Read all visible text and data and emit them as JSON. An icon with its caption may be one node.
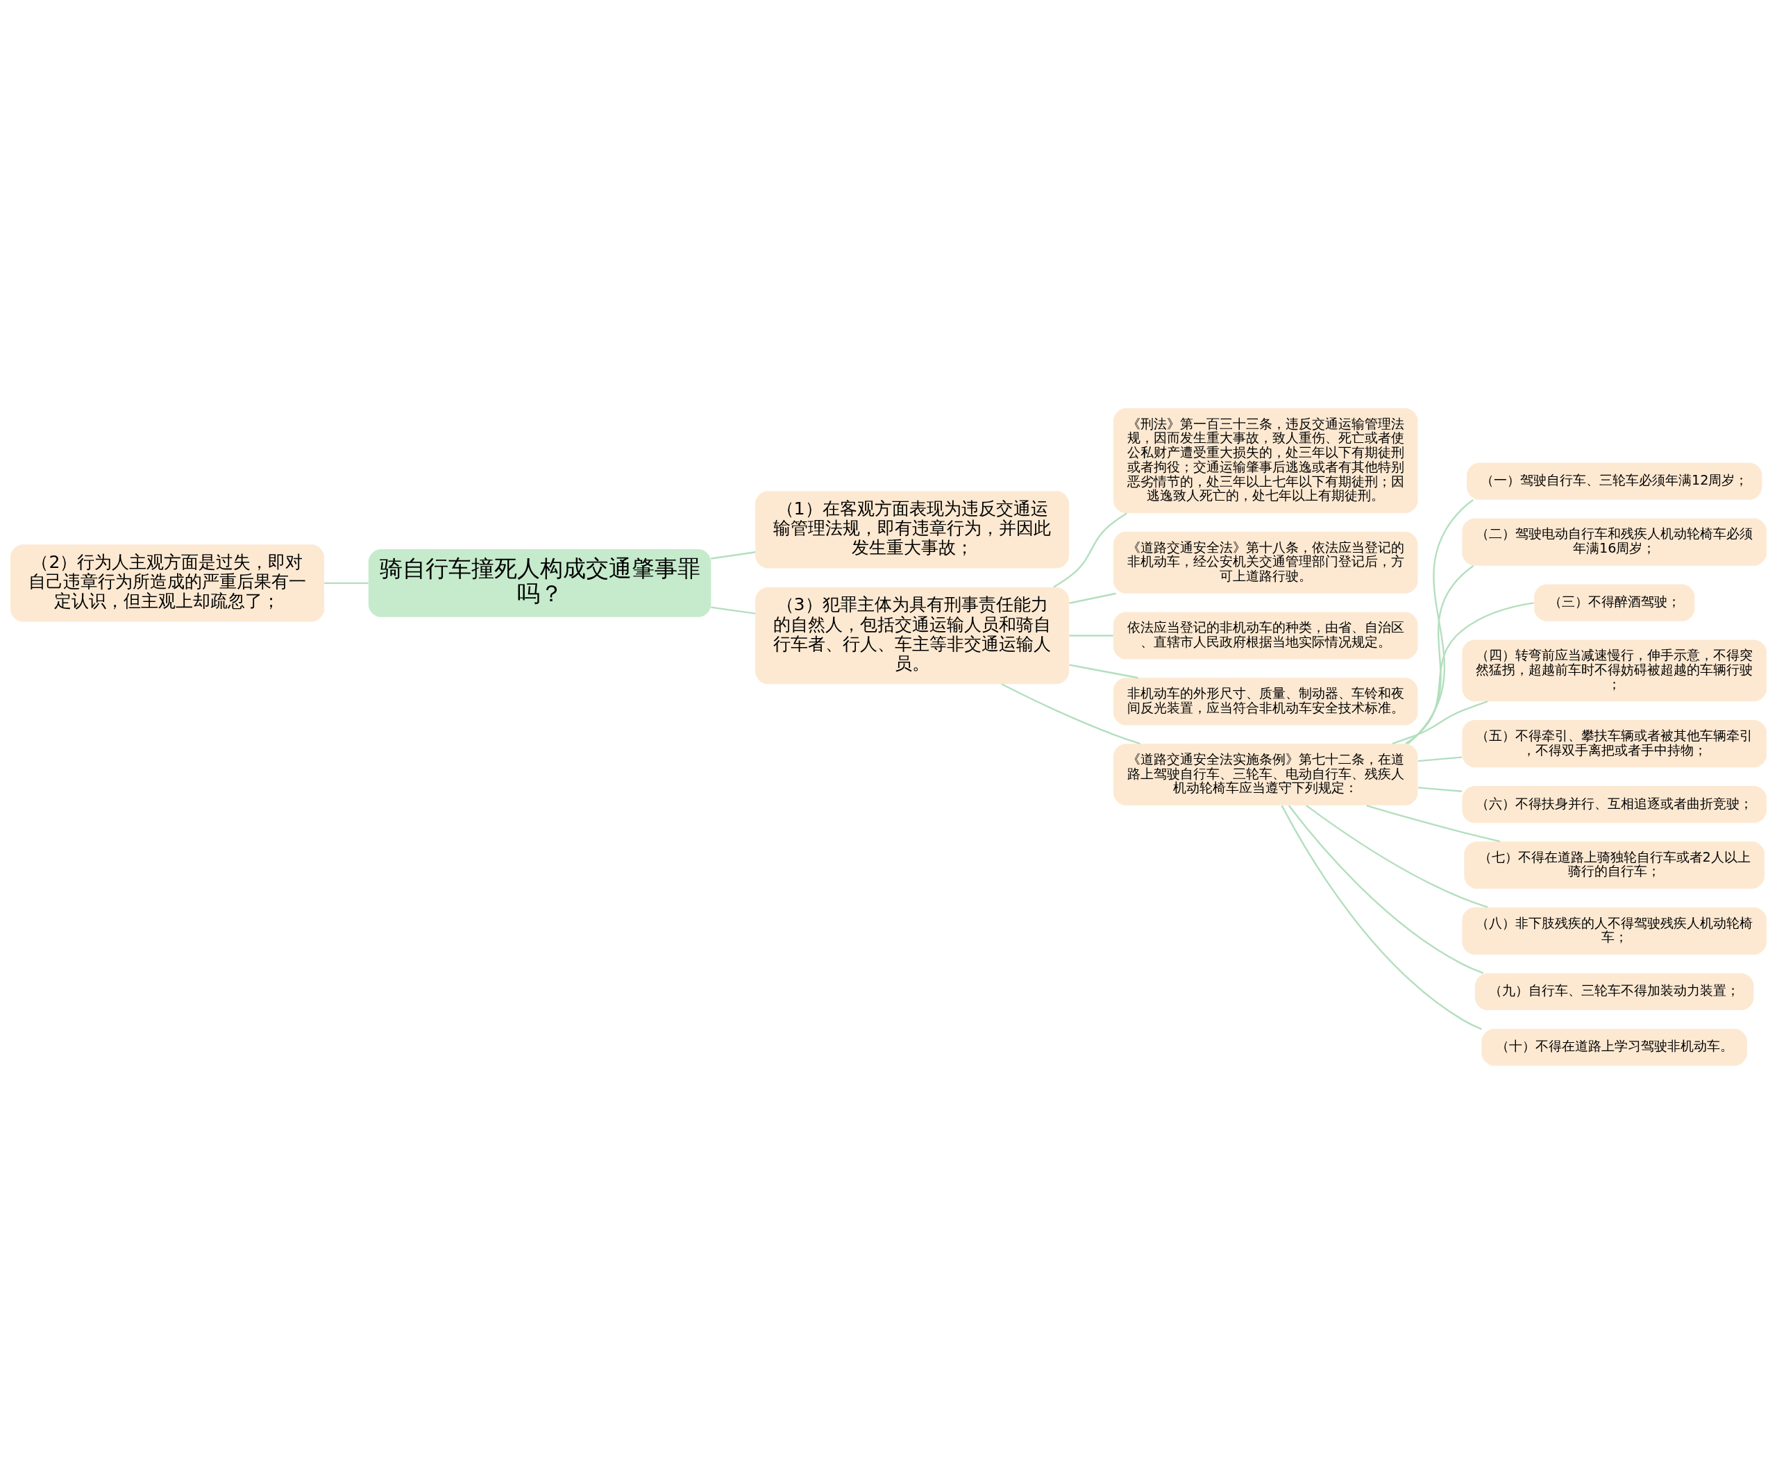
{
  "diagram": {
    "nodes": [
      {
        "text": [
          "骑自行车撞死人构成交通肇事罪吗？"
        ]
      },
      {
        "text": [
          "（1）在客观方面表现为违反交通运输管理法规，即有违章行为，并因此发生重大事故；"
        ]
      },
      {
        "text": [
          "（2）行为人主观方面是过失，即对自己违章行为所造成的严重后果有一定认识，但主观上却疏忽了；"
        ]
      },
      {
        "text": [
          "（3）犯罪主体为具有刑事责任能力的自然人，包括交通运输人员和骑自行车者、行人、车主等非交通运输人员。"
        ]
      },
      {
        "text": [
          "《刑法》第一百三十三条，违反交通运输管理法规，因而发生重大事故，致人重伤、死亡或者使公私财产遭受重大损失的，处三年以下有期徒刑或者拘役；交通运输肇事后逃逸或者有其他特别恶劣情节的，处三年以上七年以下有期徒刑；因逃逸致人死亡的，处七年以上有期徒刑。"
        ]
      },
      {
        "text": [
          "《道路交通安全法》第十八条，依法应当登记的非机动车，经公安机关交通管理部门登记后，方可上道路行驶。"
        ]
      },
      {
        "text": [
          "依法应当登记的非机动车的种类，由省、自治区、直辖市人民政府根据当地实际情况规定。"
        ]
      },
      {
        "text": [
          "非机动车的外形尺寸、质量、制动器、车铃和夜间反光装置，应当符合非机动车安全技术标准。"
        ]
      },
      {
        "text": [
          "《道路交通安全法实施条例》第七十二条，在道路上驾驶自行车、三轮车、电动自行车、残疾人机动轮椅车应当遵守下列规定："
        ]
      },
      {
        "text": [
          "（一）驾驶自行车、三轮车必须年满12周岁；"
        ]
      },
      {
        "text": [
          "（二）驾驶电动自行车和残疾人机动轮椅车必须年满16周岁；"
        ]
      },
      {
        "text": [
          "（三）不得醉酒驾驶；"
        ]
      },
      {
        "text": [
          "（四）转弯前应当减速慢行，伸手示意，不得突然猛拐，超越前车时不得妨碍被超越的车辆行驶；"
        ]
      },
      {
        "text": [
          "（五）不得牵引、攀扶车辆或者被其他车辆牵引，不得双手离把或者手中持物；"
        ]
      },
      {
        "text": [
          "（六）不得扶身并行、互相追逐或者曲折竞驶；"
        ]
      },
      {
        "text": [
          "（七）不得在道路上骑独轮自行车或者2人以上骑行的自行车；"
        ]
      },
      {
        "text": [
          "（八）非下肢残疾的人不得驾驶残疾人机动轮椅车；"
        ]
      },
      {
        "text": [
          "（九）自行车、三轮车不得加装动力装置；"
        ]
      },
      {
        "text": [
          "（十）不得在道路上学习驾驶非机动车。"
        ]
      }
    ],
    "edges": [
      {
        "from": 0,
        "to": 1,
        "arrow": "none"
      },
      {
        "from": 0,
        "to": 2,
        "arrow": "none"
      },
      {
        "from": 0,
        "to": 3,
        "arrow": "none"
      },
      {
        "from": 3,
        "to": 4,
        "arrow": "none"
      },
      {
        "from": 3,
        "to": 5,
        "arrow": "none"
      },
      {
        "from": 3,
        "to": 6,
        "arrow": "none"
      },
      {
        "from": 3,
        "to": 7,
        "arrow": "none"
      },
      {
        "from": 3,
        "to": 8,
        "arrow": "none"
      },
      {
        "from": 8,
        "to": 9,
        "arrow": "none"
      },
      {
        "from": 8,
        "to": 10,
        "arrow": "none"
      },
      {
        "from": 8,
        "to": 11,
        "arrow": "none"
      },
      {
        "from": 8,
        "to": 12,
        "arrow": "none"
      },
      {
        "from": 8,
        "to": 13,
        "arrow": "none"
      },
      {
        "from": 8,
        "to": 14,
        "arrow": "none"
      },
      {
        "from": 8,
        "to": 15,
        "arrow": "none"
      },
      {
        "from": 8,
        "to": 16,
        "arrow": "none"
      },
      {
        "from": 8,
        "to": 17,
        "arrow": "none"
      },
      {
        "from": 8,
        "to": 18,
        "arrow": "none"
      }
    ]
  }
}
